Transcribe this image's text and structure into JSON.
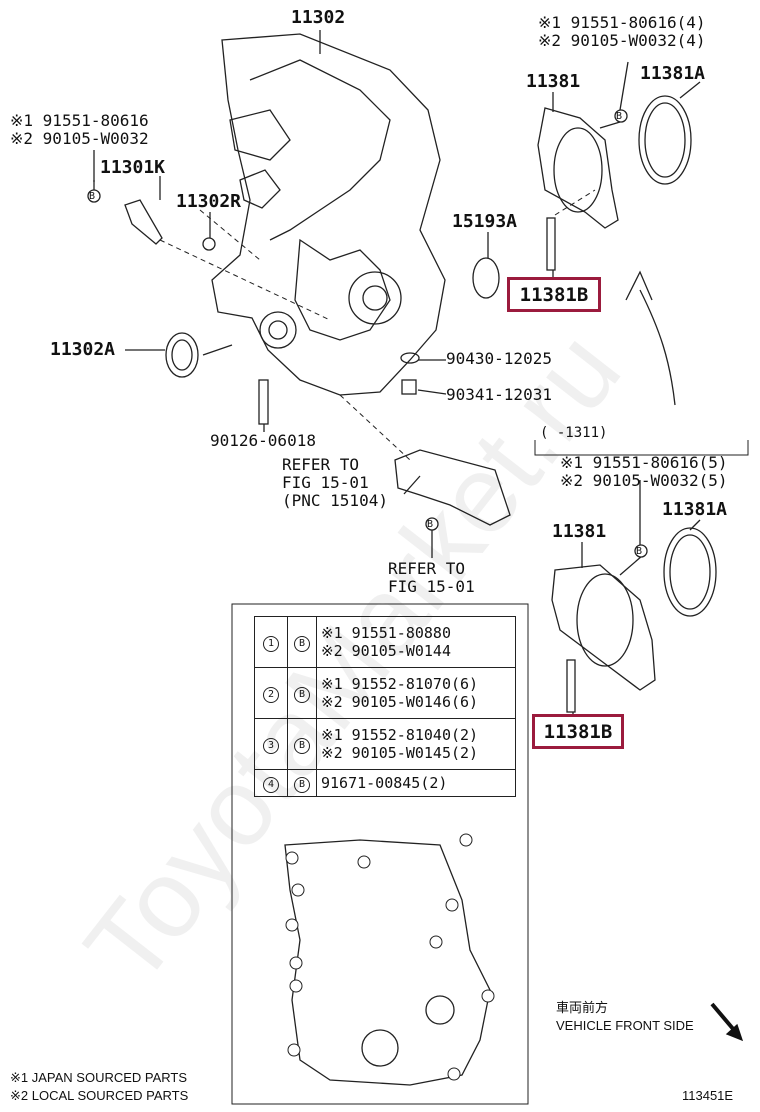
{
  "labels": {
    "p11302": "11302",
    "p11301k": "11301K",
    "p11302r": "11302R",
    "p11302a": "11302A",
    "p90126": "90126-06018",
    "p90430": "90430-12025",
    "p90341": "90341-12031",
    "p15193a": "15193A",
    "p11381_top": "11381",
    "p11381a_top": "11381A",
    "p11381b_top": "11381B",
    "p11381_bot": "11381",
    "p11381a_bot": "11381A",
    "p11381b_bot": "11381B",
    "refer1_l1": "REFER TO",
    "refer1_l2": "FIG 15-01",
    "refer1_l3": "(PNC 15104)",
    "refer2_l1": "REFER TO",
    "refer2_l2": "FIG 15-01",
    "left_n1": "※1 91551-80616",
    "left_n2": "※2 90105-W0032",
    "top_n1": "※1 91551-80616(4)",
    "top_n2": "※2 90105-W0032(4)",
    "bracket_range": "( -1311)",
    "bot_n1": "※1 91551-80616(5)",
    "bot_n2": "※2 90105-W0032(5)",
    "front_jp": "車両前方",
    "front_en": "VEHICLE FRONT SIDE",
    "foot1": "※1 JAPAN SOURCED PARTS",
    "foot2": "※2 LOCAL SOURCED PARTS",
    "fig_code": "113451E",
    "watermark": "ToyotaMarket.ru",
    "callout_b": "B"
  },
  "legend": [
    {
      "num": "1",
      "l1": "※1 91551-80880",
      "l2": "※2 90105-W0144"
    },
    {
      "num": "2",
      "l1": "※1 91552-81070(6)",
      "l2": "※2 90105-W0146(6)"
    },
    {
      "num": "3",
      "l1": "※1 91552-81040(2)",
      "l2": "※2 90105-W0145(2)"
    },
    {
      "num": "4",
      "l1": "91671-00845(2)",
      "l2": ""
    }
  ],
  "colors": {
    "highlight": "#9b1b3d",
    "line": "#222222"
  }
}
